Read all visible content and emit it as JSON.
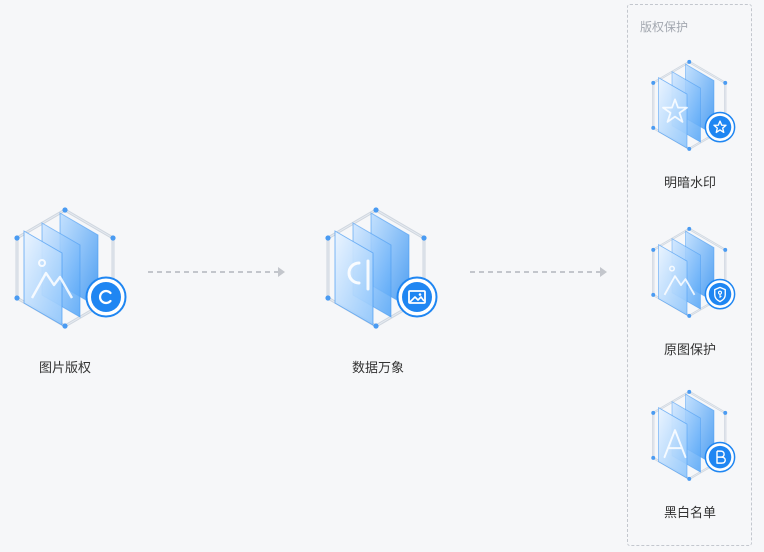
{
  "nodes": {
    "copyright": {
      "label": "图片版权",
      "icon": "mountain-image-icon",
      "badge": "copyright-c-icon"
    },
    "data": {
      "label": "数据万象",
      "icon": "ci-logo-icon",
      "badge": "image-icon"
    }
  },
  "panel": {
    "title": "版权保护",
    "items": [
      {
        "label": "明暗水印",
        "icon": "star-shape-icon",
        "badge": "star-icon"
      },
      {
        "label": "原图保护",
        "icon": "mountain-image-icon",
        "badge": "shield-key-icon"
      },
      {
        "label": "黑白名单",
        "icon": "letter-a-icon",
        "badge": "letter-b-icon"
      }
    ]
  },
  "colors": {
    "accent": "#1f86f2",
    "hex_outline": "#cfd6df",
    "dot": "#4a9bf2",
    "arrow": "#c3c6cc",
    "background": "#f6f7f9"
  }
}
